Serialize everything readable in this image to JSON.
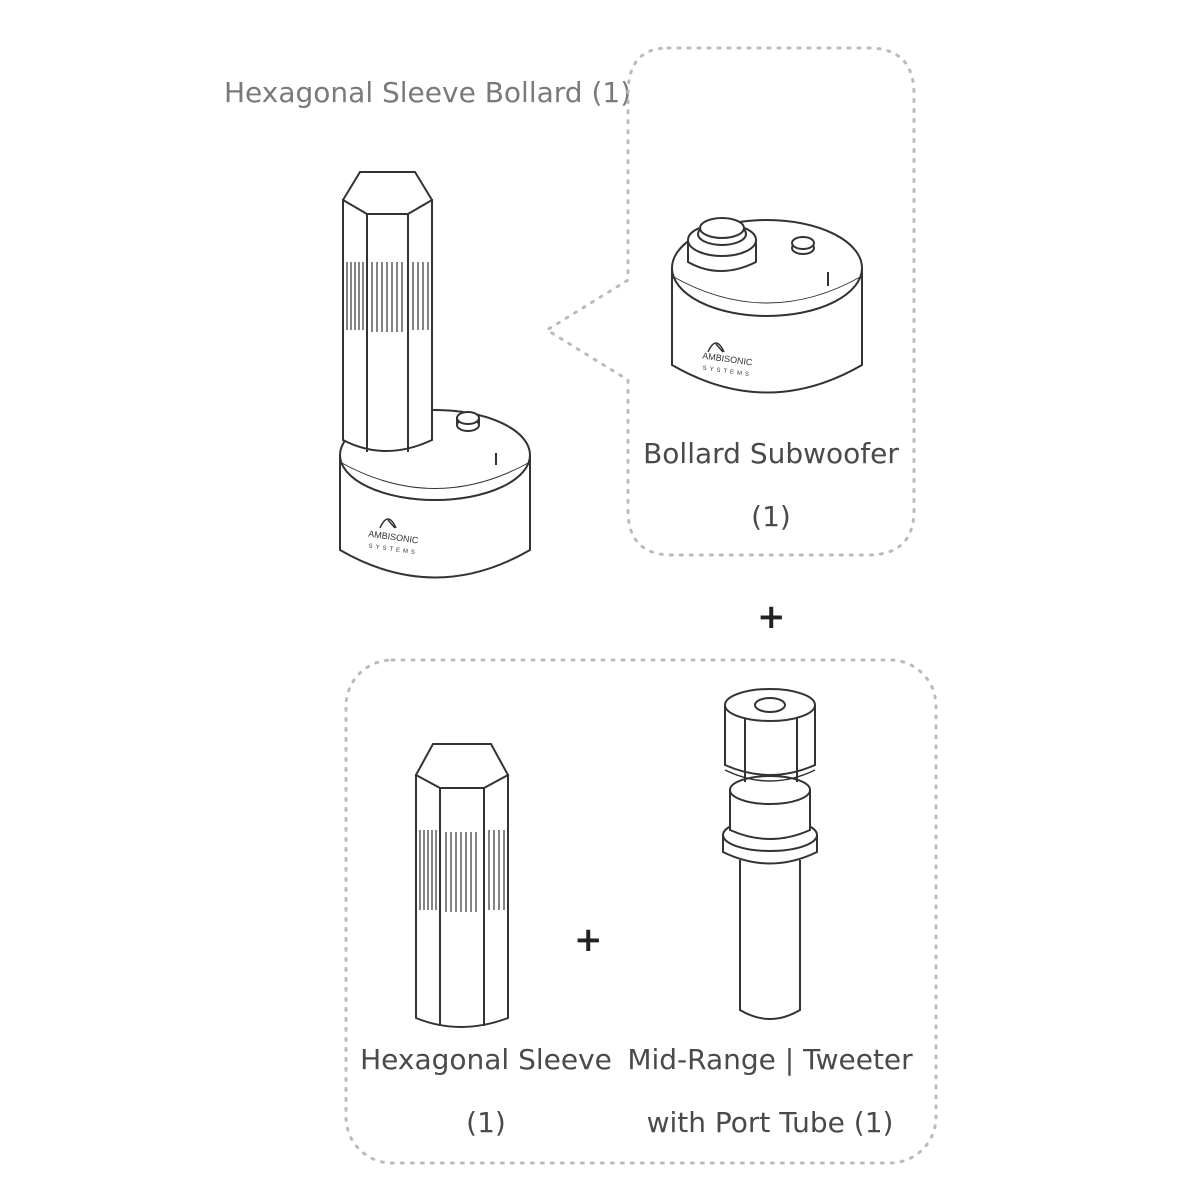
{
  "title": "Hexagonal Sleeve Bollard (1)",
  "subwoofer": {
    "name": "Bollard Subwoofer",
    "qty": "(1)",
    "brand": "AMBISONIC",
    "brand_sub": "SYSTEMS"
  },
  "sleeve": {
    "name": "Hexagonal Sleeve",
    "qty": "(1)"
  },
  "midrange": {
    "name": "Mid-Range | Tweeter",
    "qty": "with Port Tube (1)"
  },
  "assembled": {
    "brand": "AMBISONIC",
    "brand_sub": "SYSTEMS"
  },
  "plus_sign": "+",
  "colors": {
    "line": "#333333",
    "dotted": "#bbbbbb",
    "text": "#4a4a4a",
    "title": "#7a7a7a"
  }
}
